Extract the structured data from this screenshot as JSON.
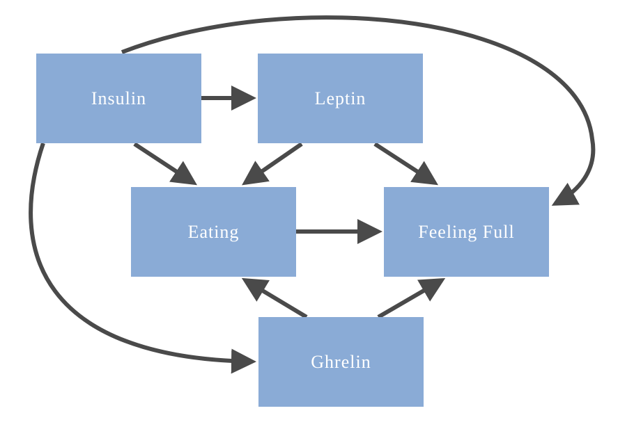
{
  "colors": {
    "node_fill": "#8aabd6",
    "arrow": "#4a4a4a",
    "text": "#ffffff",
    "background": "#ffffff"
  },
  "nodes": {
    "insulin": "Insulin",
    "leptin": "Leptin",
    "eating": "Eating",
    "feeling_full": "Feeling Full",
    "ghrelin": "Ghrelin"
  },
  "edges": [
    {
      "from": "Insulin",
      "to": "Leptin"
    },
    {
      "from": "Insulin",
      "to": "Eating"
    },
    {
      "from": "Insulin",
      "to": "Feeling Full"
    },
    {
      "from": "Insulin",
      "to": "Ghrelin"
    },
    {
      "from": "Leptin",
      "to": "Eating"
    },
    {
      "from": "Leptin",
      "to": "Feeling Full"
    },
    {
      "from": "Eating",
      "to": "Feeling Full"
    },
    {
      "from": "Ghrelin",
      "to": "Eating"
    },
    {
      "from": "Ghrelin",
      "to": "Feeling Full"
    }
  ]
}
